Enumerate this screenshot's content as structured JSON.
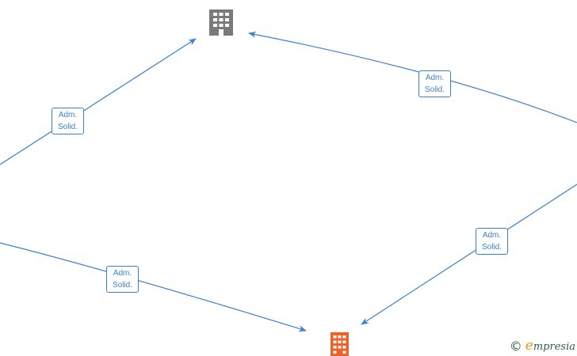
{
  "colors": {
    "edge": "#3d7fcf",
    "building_top": "#7a7a7a",
    "building_bottom": "#f2602a"
  },
  "nodes": [
    {
      "id": "company-top",
      "icon": "building-icon",
      "label": ""
    },
    {
      "id": "company-bottom",
      "icon": "building-icon",
      "label": ""
    }
  ],
  "edges": [
    {
      "from": "left-upper",
      "to": "company-top",
      "label_line1": "Adm.",
      "label_line2": "Solid."
    },
    {
      "from": "right-upper",
      "to": "company-top",
      "label_line1": "Adm.",
      "label_line2": "Solid."
    },
    {
      "from": "left-lower",
      "to": "company-bottom",
      "label_line1": "Adm.",
      "label_line2": "Solid."
    },
    {
      "from": "right-lower",
      "to": "company-bottom",
      "label_line1": "Adm.",
      "label_line2": "Solid."
    }
  ],
  "watermark": {
    "symbol": "©",
    "brand_initial": "e",
    "brand_rest": "mpresia"
  }
}
